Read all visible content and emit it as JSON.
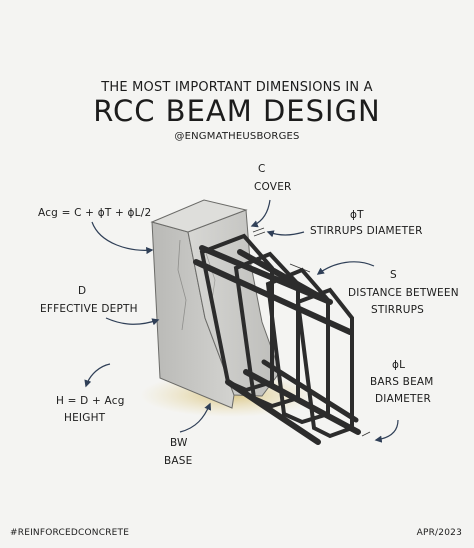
{
  "header": {
    "subtitle": "THE MOST IMPORTANT DIMENSIONS IN A",
    "title": "RCC BEAM DESIGN",
    "handle": "@ENGMATHEUSBORGES"
  },
  "labels": {
    "cover_symbol": "C",
    "cover_name": "COVER",
    "acg_formula": "Acg = C + ϕT + ϕL/2",
    "stirrup_symbol": "ϕT",
    "stirrup_name": "STIRRUPS DIAMETER",
    "spacing_symbol": "S",
    "spacing_line1": "DISTANCE BETWEEN",
    "spacing_line2": "STIRRUPS",
    "depth_symbol": "D",
    "depth_name": "EFFECTIVE DEPTH",
    "height_formula": "H = D + Acg",
    "height_name": "HEIGHT",
    "bar_symbol": "ϕL",
    "bar_line1": "BARS BEAM",
    "bar_line2": "DIAMETER",
    "base_symbol": "BW",
    "base_name": "BASE"
  },
  "footer": {
    "hashtag": "#REINFORCEDCONCRETE",
    "date": "APR/2023"
  }
}
